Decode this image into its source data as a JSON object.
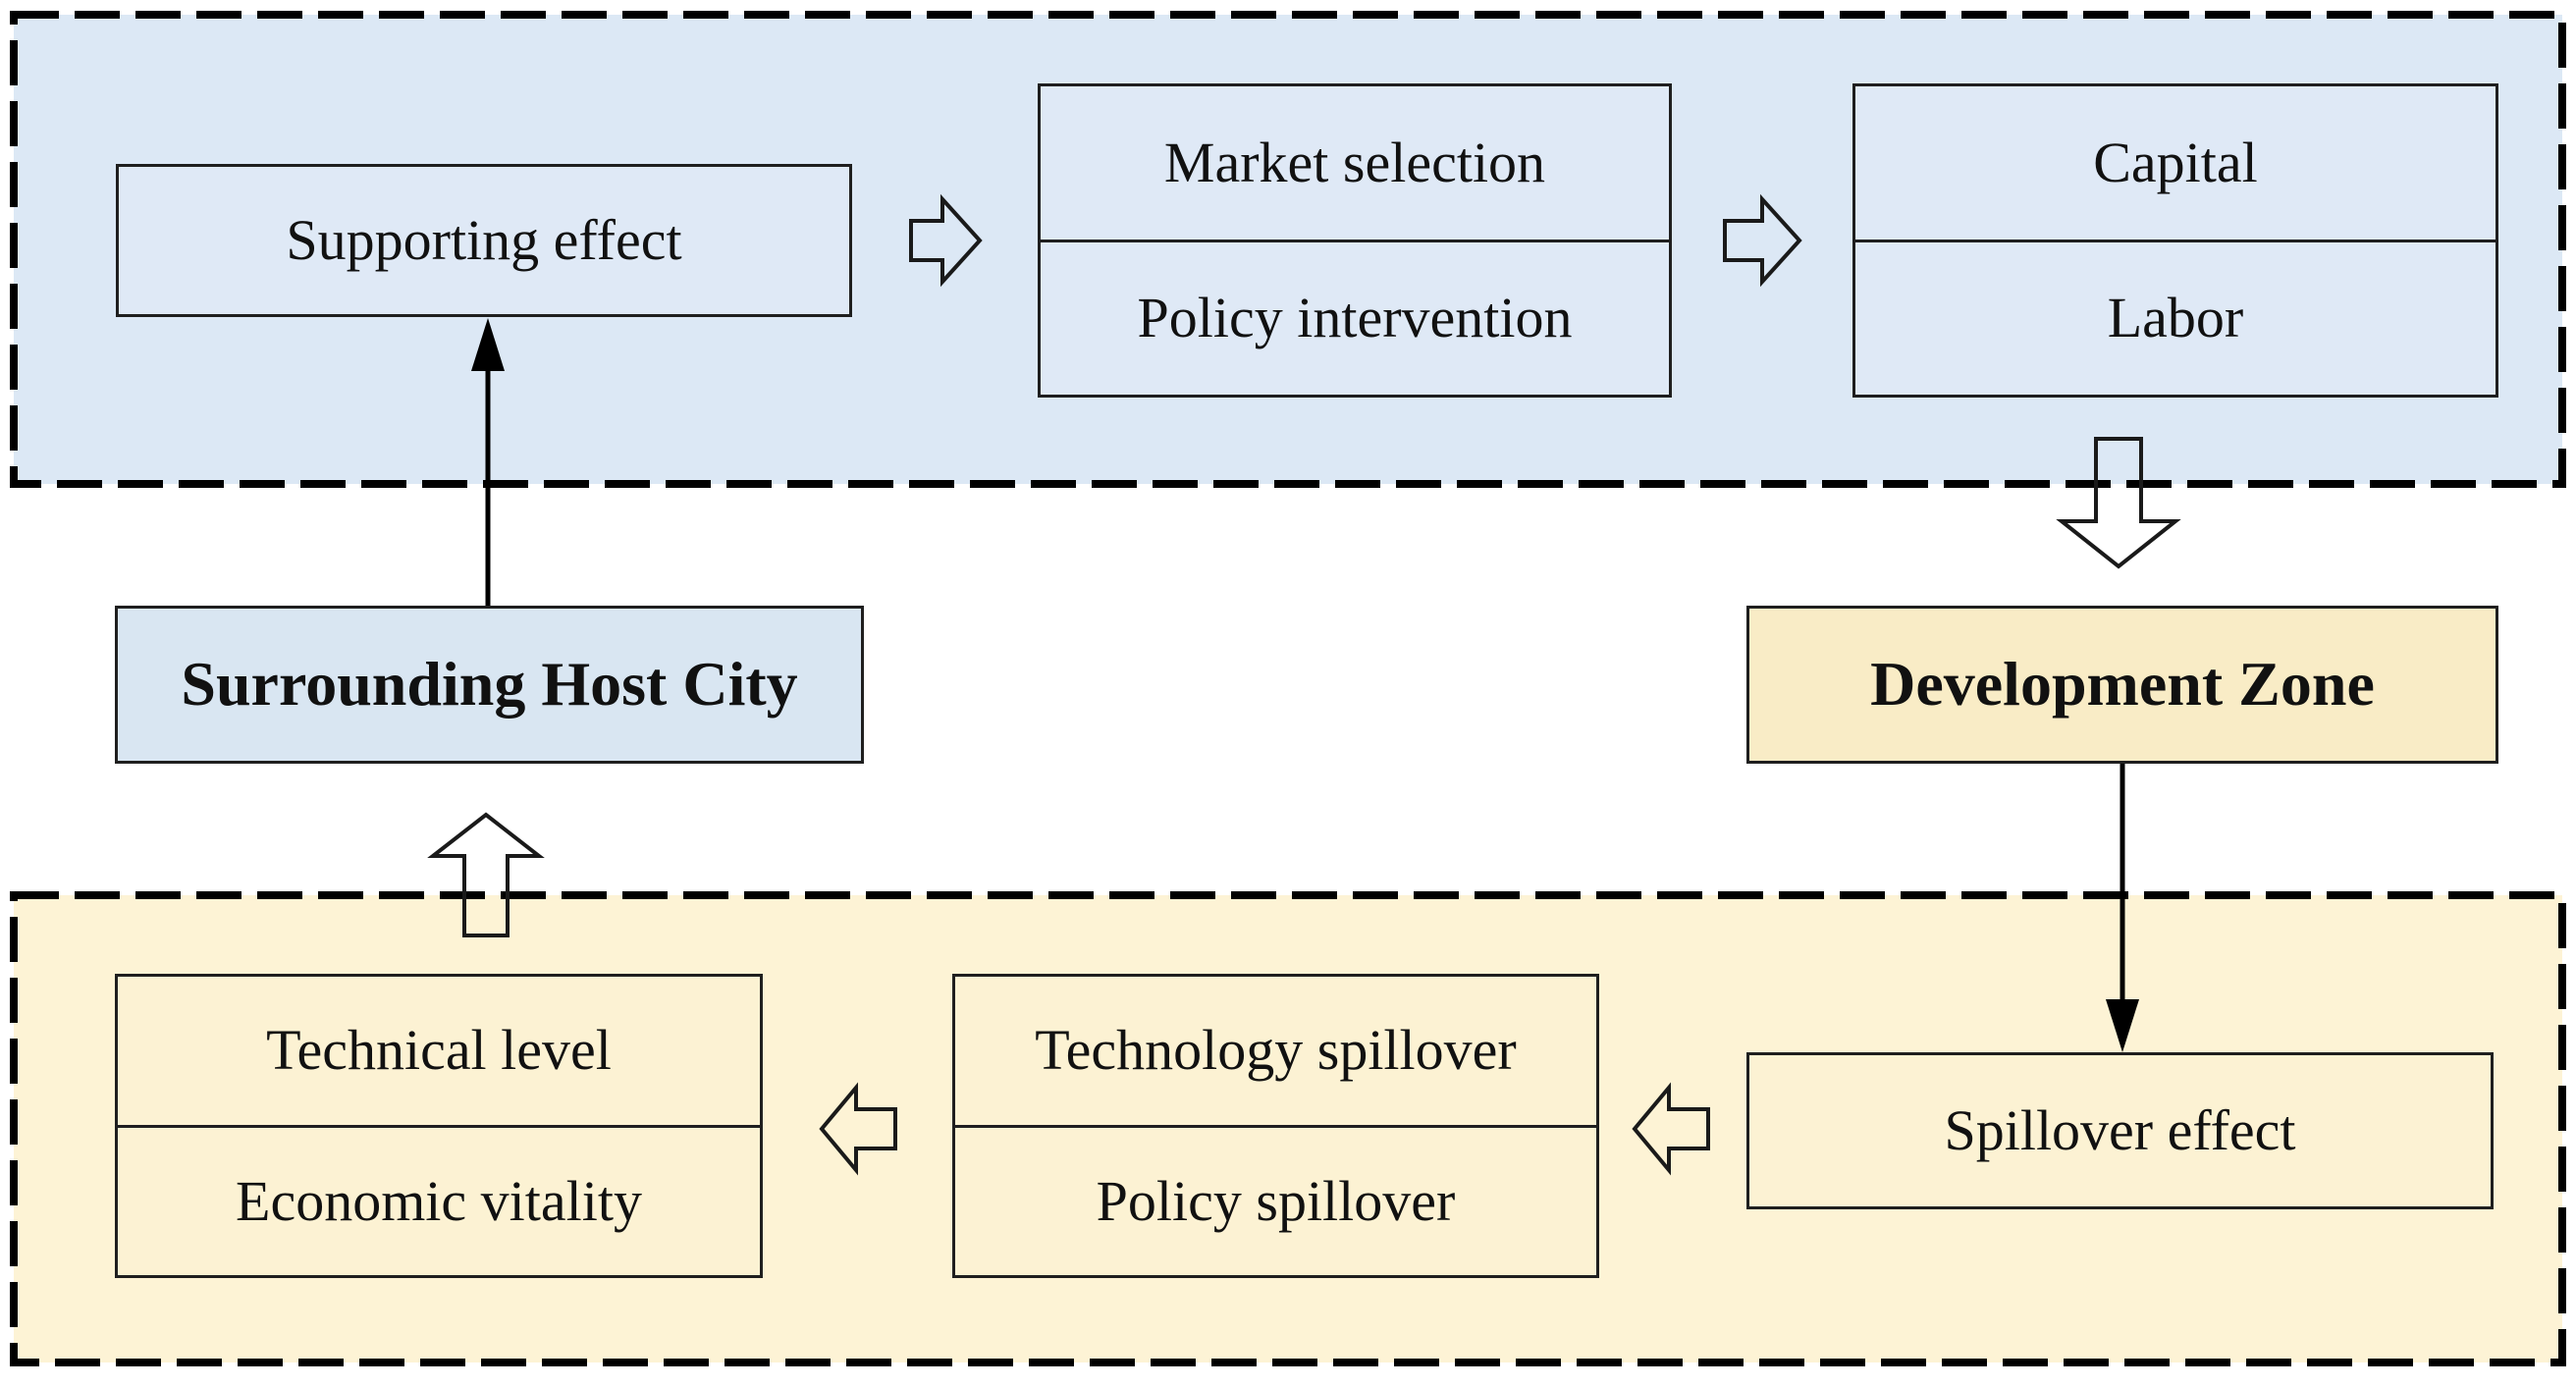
{
  "nodes": {
    "supporting_effect": "Supporting effect",
    "market_selection": "Market selection",
    "policy_intervention": "Policy intervention",
    "capital": "Capital",
    "labor": "Labor",
    "surrounding_host_city": "Surrounding Host City",
    "development_zone": "Development Zone",
    "technical_level": "Technical level",
    "economic_vitality": "Economic vitality",
    "technology_spillover": "Technology spillover",
    "policy_spillover": "Policy spillover",
    "spillover_effect": "Spillover effect"
  },
  "colors": {
    "blue_region_fill": "#dce8f5",
    "blue_box_fill": "#dfe9f6",
    "host_city_box_fill": "#d9e6f2",
    "cream_region_fill": "#fdf3d5",
    "cream_box_fill": "#fcf2d3",
    "development_zone_fill": "#f9ecc6",
    "box_border": "#1f1f1f",
    "dash_border": "#000000",
    "arrow_outline": "#1a1a1a",
    "arrow_solid": "#000000"
  }
}
